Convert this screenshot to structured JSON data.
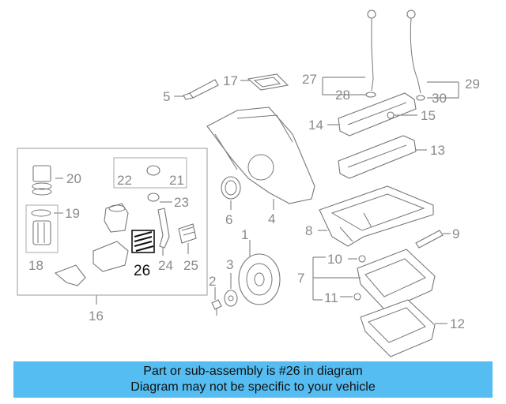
{
  "diagram": {
    "callouts": [
      {
        "id": "c1",
        "label": "1"
      },
      {
        "id": "c2",
        "label": "2"
      },
      {
        "id": "c3",
        "label": "3"
      },
      {
        "id": "c4",
        "label": "4"
      },
      {
        "id": "c5",
        "label": "5"
      },
      {
        "id": "c6",
        "label": "6"
      },
      {
        "id": "c7",
        "label": "7"
      },
      {
        "id": "c8",
        "label": "8"
      },
      {
        "id": "c9",
        "label": "9"
      },
      {
        "id": "c10",
        "label": "10"
      },
      {
        "id": "c11",
        "label": "11"
      },
      {
        "id": "c12",
        "label": "12"
      },
      {
        "id": "c13",
        "label": "13"
      },
      {
        "id": "c14",
        "label": "14"
      },
      {
        "id": "c15",
        "label": "15"
      },
      {
        "id": "c16",
        "label": "16"
      },
      {
        "id": "c17",
        "label": "17"
      },
      {
        "id": "c18",
        "label": "18"
      },
      {
        "id": "c19",
        "label": "19"
      },
      {
        "id": "c20",
        "label": "20"
      },
      {
        "id": "c21",
        "label": "21"
      },
      {
        "id": "c22",
        "label": "22"
      },
      {
        "id": "c23",
        "label": "23"
      },
      {
        "id": "c24",
        "label": "24"
      },
      {
        "id": "c25",
        "label": "25"
      },
      {
        "id": "c26",
        "label": "26"
      },
      {
        "id": "c27",
        "label": "27"
      },
      {
        "id": "c28",
        "label": "28"
      },
      {
        "id": "c29",
        "label": "29"
      },
      {
        "id": "c30",
        "label": "30"
      }
    ],
    "highlighted_label": "26",
    "highlight_color": "#111111",
    "callout_color": "#8a8a8a"
  },
  "banner": {
    "line1": "Part or sub-assembly is #26 in diagram",
    "line2": "Diagram may not be specific to your vehicle",
    "background": "#55bdf1"
  }
}
